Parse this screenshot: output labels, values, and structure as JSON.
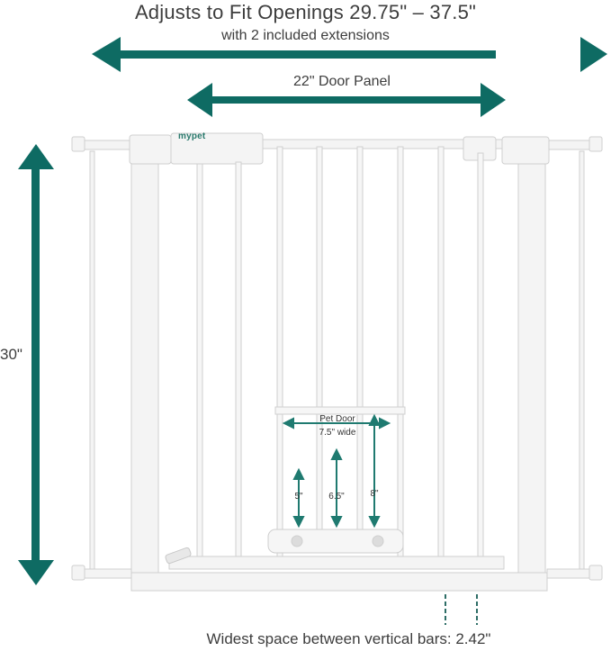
{
  "title": "Adjusts to Fit Openings 29.75\" – 37.5\"",
  "subtitle": "with 2 included extensions",
  "door_panel_label": "22\" Door Panel",
  "height_label": "30\"",
  "bottom_note": "Widest space between vertical bars: 2.42\"",
  "pet_door": {
    "label": "Pet Door",
    "width_label": "7.5\" wide",
    "dim_small": "5\"",
    "dim_medium": "6.5\"",
    "dim_large": "8\""
  },
  "brand": "mypet",
  "colors": {
    "arrow": "#0e6b63",
    "arrow_fine": "#1f7a70",
    "gate": "#f2f2f2",
    "gate_edge": "#d0d0d0"
  }
}
